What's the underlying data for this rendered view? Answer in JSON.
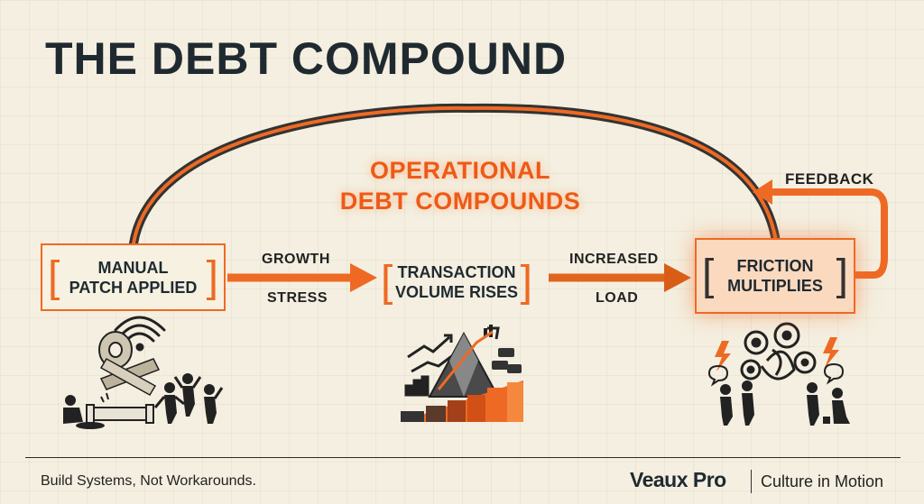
{
  "title": "THE DEBT COMPOUND",
  "center_label": {
    "line1": "OPERATIONAL",
    "line2": "DEBT COMPOUNDS"
  },
  "feedback_label": "FEEDBACK",
  "boxes": [
    {
      "line1": "MANUAL",
      "line2": "PATCH APPLIED"
    },
    {
      "line1": "TRANSACTION",
      "line2": "VOLUME RISES"
    },
    {
      "line1": "FRICTION",
      "line2": "MULTIPLIES"
    }
  ],
  "arrows": [
    {
      "top": "GROWTH",
      "bottom": "STRESS"
    },
    {
      "top": "INCREASED",
      "bottom": "LOAD"
    }
  ],
  "footer": {
    "slogan": "Build Systems, Not Workarounds.",
    "brand": "Veaux Pro",
    "tagline": "Culture in Motion"
  },
  "colors": {
    "accent": "#ee6a24",
    "title": "#1f2a30",
    "background": "#f4efe0"
  },
  "icons": [
    "tape-icon",
    "wifi-icon",
    "leaking-pipe-icon",
    "stressed-people-icon",
    "growth-chart-icon",
    "mountain-icon",
    "traffic-cars-icon",
    "gradient-bars-icon",
    "gears-icon",
    "lightning-icon",
    "arguing-people-icon"
  ]
}
